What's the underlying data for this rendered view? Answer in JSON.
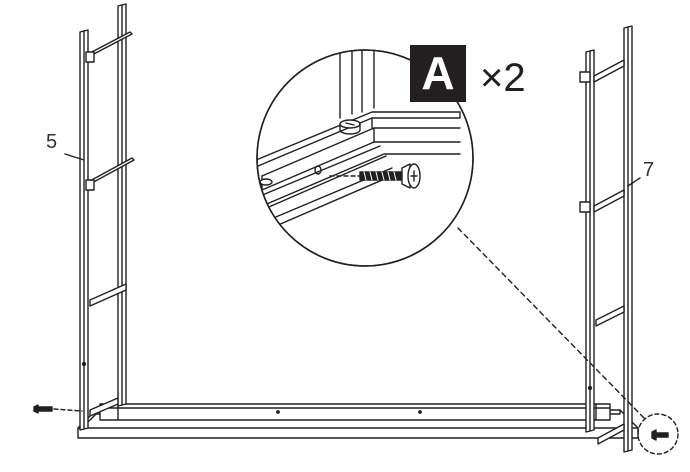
{
  "part_labels": {
    "left": "5",
    "right": "7"
  },
  "hardware": {
    "letter": "A",
    "quantity": "×2"
  },
  "colors": {
    "line": "#231f20",
    "badge_bg": "#231f20",
    "badge_text": "#ffffff"
  }
}
